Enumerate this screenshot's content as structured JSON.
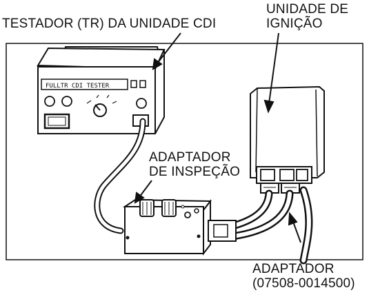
{
  "labels": {
    "tester": "TESTADOR (TR) DA UNIDADE CDI",
    "ignition_unit": [
      "UNIDADE DE",
      "IGNIÇÃO"
    ],
    "inspection_adapter": [
      "ADAPTADOR",
      "DE INSPEÇÃO"
    ],
    "adapter": [
      "ADAPTADOR",
      "(07508-0014500)"
    ],
    "tester_panel": "FULLTR CDI TESTER"
  },
  "colors": {
    "line": "#111111",
    "background": "#ffffff"
  }
}
